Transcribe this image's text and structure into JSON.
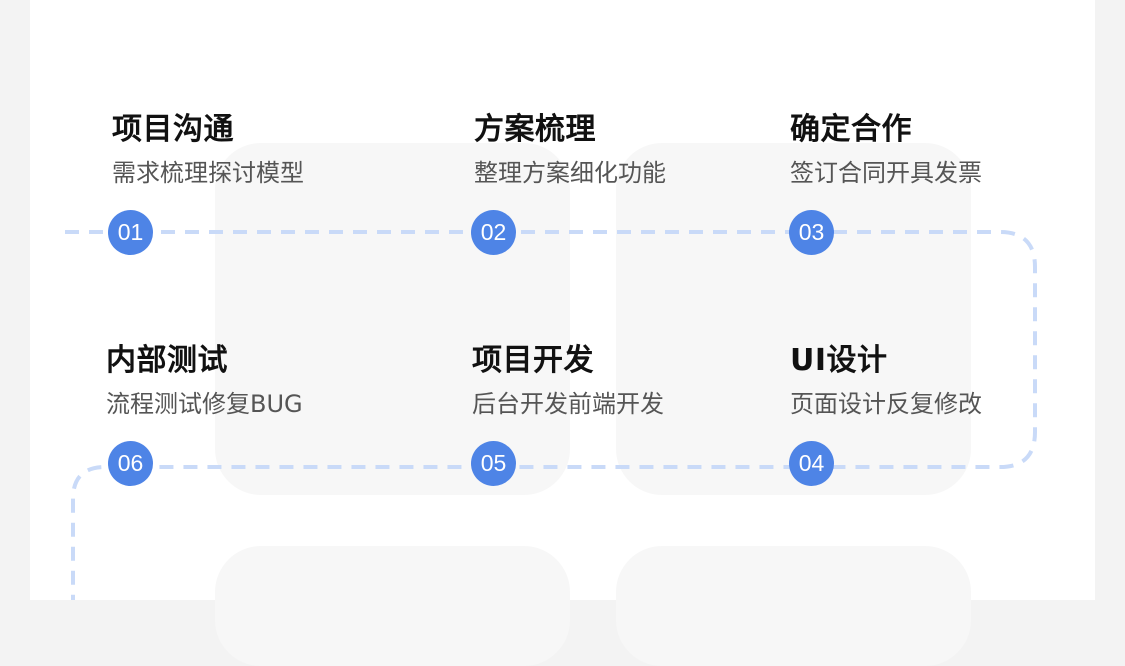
{
  "steps": [
    {
      "number": "01",
      "title": "项目沟通",
      "desc": "需求梳理探讨模型"
    },
    {
      "number": "02",
      "title": "方案梳理",
      "desc": "整理方案细化功能"
    },
    {
      "number": "03",
      "title": "确定合作",
      "desc": "签订合同开具发票"
    },
    {
      "number": "04",
      "title": "UI设计",
      "desc": "页面设计反复修改"
    },
    {
      "number": "05",
      "title": "项目开发",
      "desc": "后台开发前端开发"
    },
    {
      "number": "06",
      "title": "内部测试",
      "desc": "流程测试修复BUG"
    }
  ],
  "colors": {
    "badge": "#4e84e6",
    "route": "#c9daf8",
    "background": "#f3f3f3",
    "panel": "#ffffff"
  }
}
